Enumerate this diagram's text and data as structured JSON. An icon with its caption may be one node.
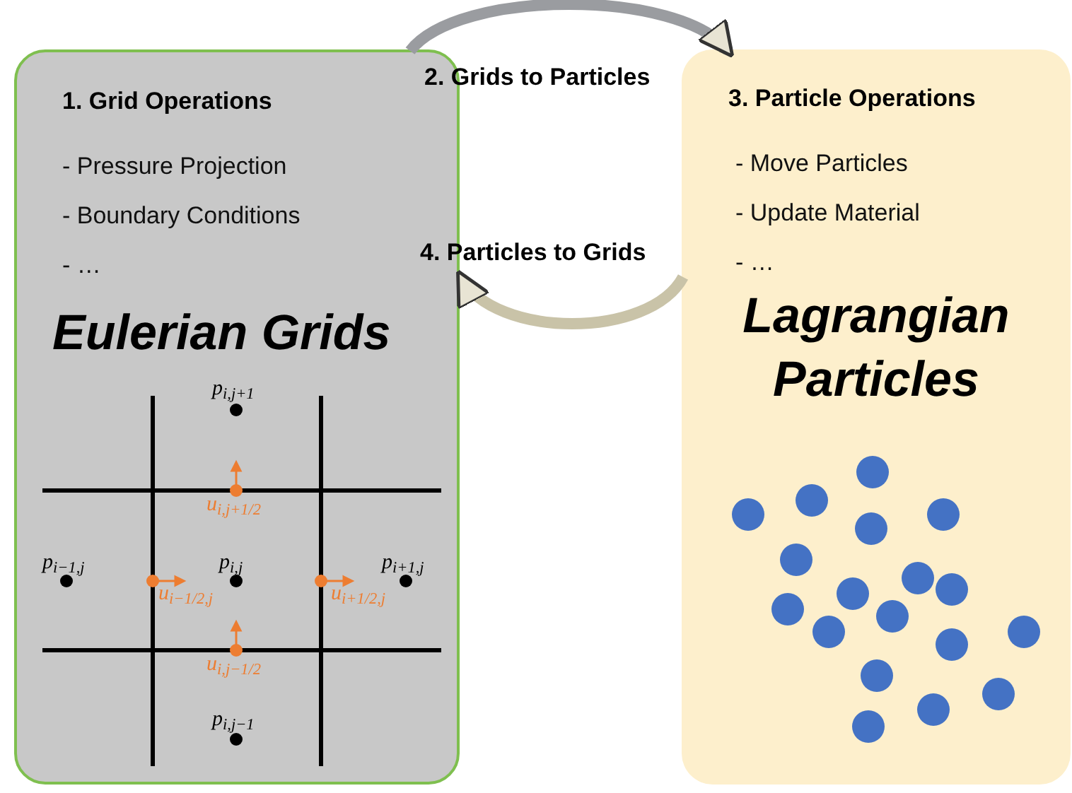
{
  "diagram": {
    "nodes": [
      {
        "text": [
          "1. Grid Operations",
          "- Pressure Projection",
          "- Boundary Conditions",
          "- …",
          "Eulerian Grids"
        ]
      },
      {
        "text": [
          "3. Particle Operations",
          "- Move Particles",
          "- Update Material",
          "- …",
          "Lagrangian Particles"
        ]
      }
    ],
    "edges": [
      {
        "from": 0,
        "to": 1,
        "arrow": "to",
        "label": "2. Grids to Particles"
      },
      {
        "from": 1,
        "to": 0,
        "arrow": "to",
        "label": "4. Particles to Grids"
      }
    ],
    "labels": [
      "p$_{i,j+1}$",
      "u$_{i,j+1/2}$",
      "p$_{i−1,j}$",
      "p$_{i,j}$",
      "p$_{i+1,j}$",
      "u$_{i−1/2,j}$",
      "u$_{i+1/2,j}$",
      "u$_{i,j−1/2}$",
      "p$_{i,j−1}$"
    ]
  }
}
